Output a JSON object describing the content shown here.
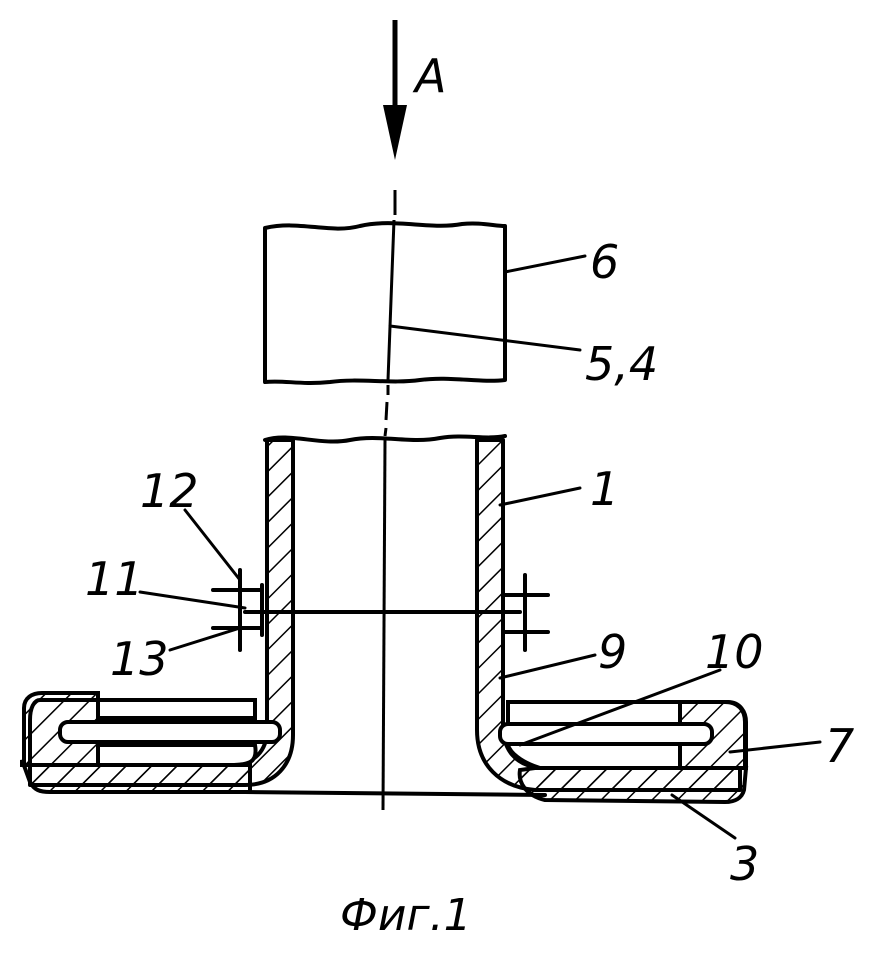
{
  "view_label": "A",
  "labels": {
    "l1": "1",
    "l3": "3",
    "l54": "5,4",
    "l6": "6",
    "l7": "7",
    "l9": "9",
    "l10": "10",
    "l11": "11",
    "l12": "12",
    "l13": "13"
  },
  "caption": "Фиг.1"
}
